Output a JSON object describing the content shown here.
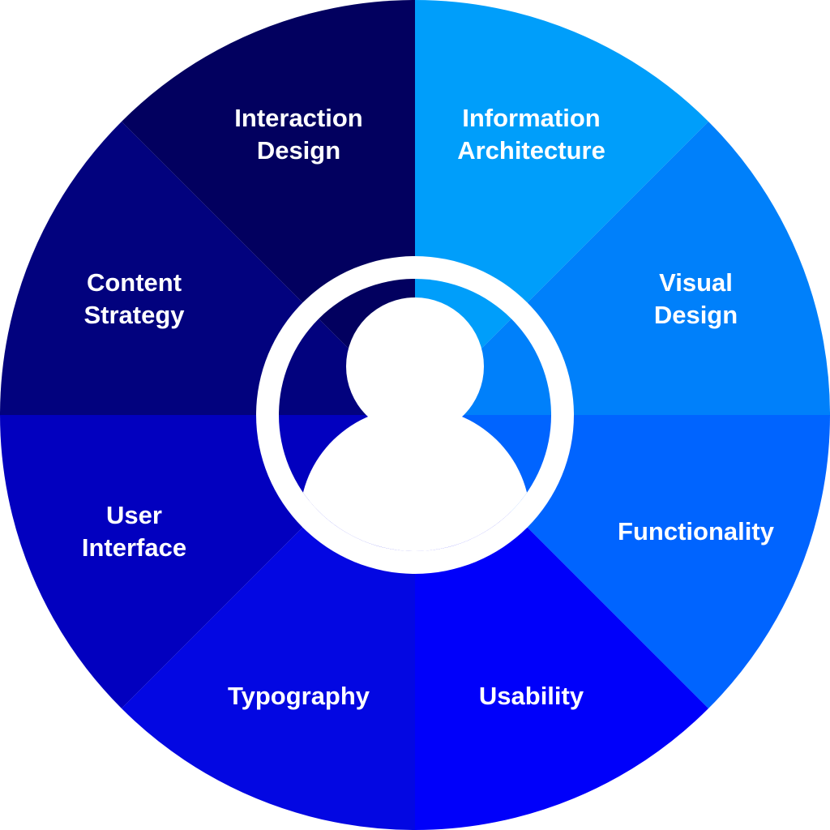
{
  "diagram": {
    "segments": [
      {
        "id": "information-architecture",
        "lines": [
          "Information",
          "Architecture"
        ],
        "color": "#009EFA"
      },
      {
        "id": "visual-design",
        "lines": [
          "Visual",
          "Design"
        ],
        "color": "#0080FA"
      },
      {
        "id": "functionality",
        "lines": [
          "Functionality"
        ],
        "color": "#0064FF"
      },
      {
        "id": "usability",
        "lines": [
          "Usability"
        ],
        "color": "#0000FA"
      },
      {
        "id": "typography",
        "lines": [
          "Typography"
        ],
        "color": "#0307E2"
      },
      {
        "id": "user-interface",
        "lines": [
          "User",
          "Interface"
        ],
        "color": "#0200BF"
      },
      {
        "id": "content-strategy",
        "lines": [
          "Content",
          "Strategy"
        ],
        "color": "#02027E"
      },
      {
        "id": "interaction-design",
        "lines": [
          "Interaction",
          "Design"
        ],
        "color": "#02005F"
      }
    ],
    "center": {
      "icon": "user-icon",
      "ring_color": "#ffffff"
    }
  }
}
